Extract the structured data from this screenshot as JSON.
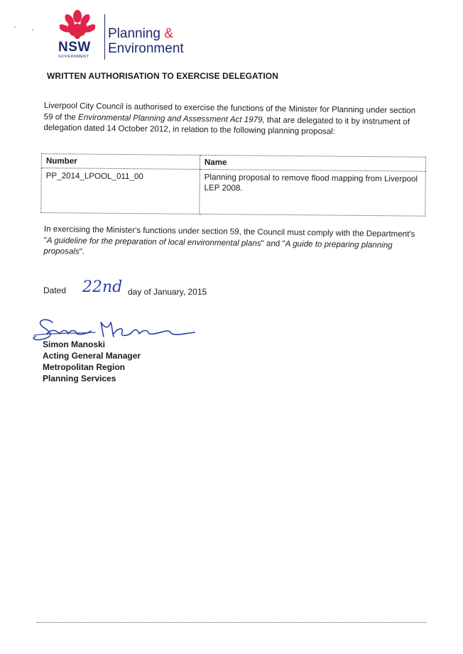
{
  "logo": {
    "nsw": "NSW",
    "government": "GOVERNMENT",
    "dept_line1": "Planning",
    "dept_amp": "&",
    "dept_line2": "Environment",
    "brand_red": "#e0234a",
    "brand_blue": "#1b2a6b"
  },
  "title": "WRITTEN AUTHORISATION TO EXERCISE DELEGATION",
  "paragraph1": {
    "text_a": "Liverpool City Council is authorised to exercise the functions of the Minister for Planning under section 59 of the ",
    "act_italic": "Environmental Planning and Assessment Act 1979,",
    "text_b": " that are delegated to it by instrument of delegation dated 14 October 2012, in relation to the following planning proposal:"
  },
  "table": {
    "headers": [
      "Number",
      "Name"
    ],
    "rows": [
      [
        "PP_2014_LPOOL_011_00",
        "Planning proposal to remove flood mapping from Liverpool LEP 2008."
      ]
    ]
  },
  "paragraph2": {
    "text_a": "In exercising the Minister's functions under section 59, the Council must comply with the Department's \"",
    "guide1_italic": "A guideline for the preparation of local environmental plans",
    "text_b": "\" and \"",
    "guide2_italic": "A guide to preparing planning proposals",
    "text_c": "\"."
  },
  "dated": {
    "label": "Dated",
    "day_handwritten": "22nd",
    "rest": "day of January, 2015"
  },
  "signatory": {
    "name": "Simon Manoski",
    "role": "Acting General Manager",
    "region": "Metropolitan Region",
    "division": "Planning Services"
  }
}
